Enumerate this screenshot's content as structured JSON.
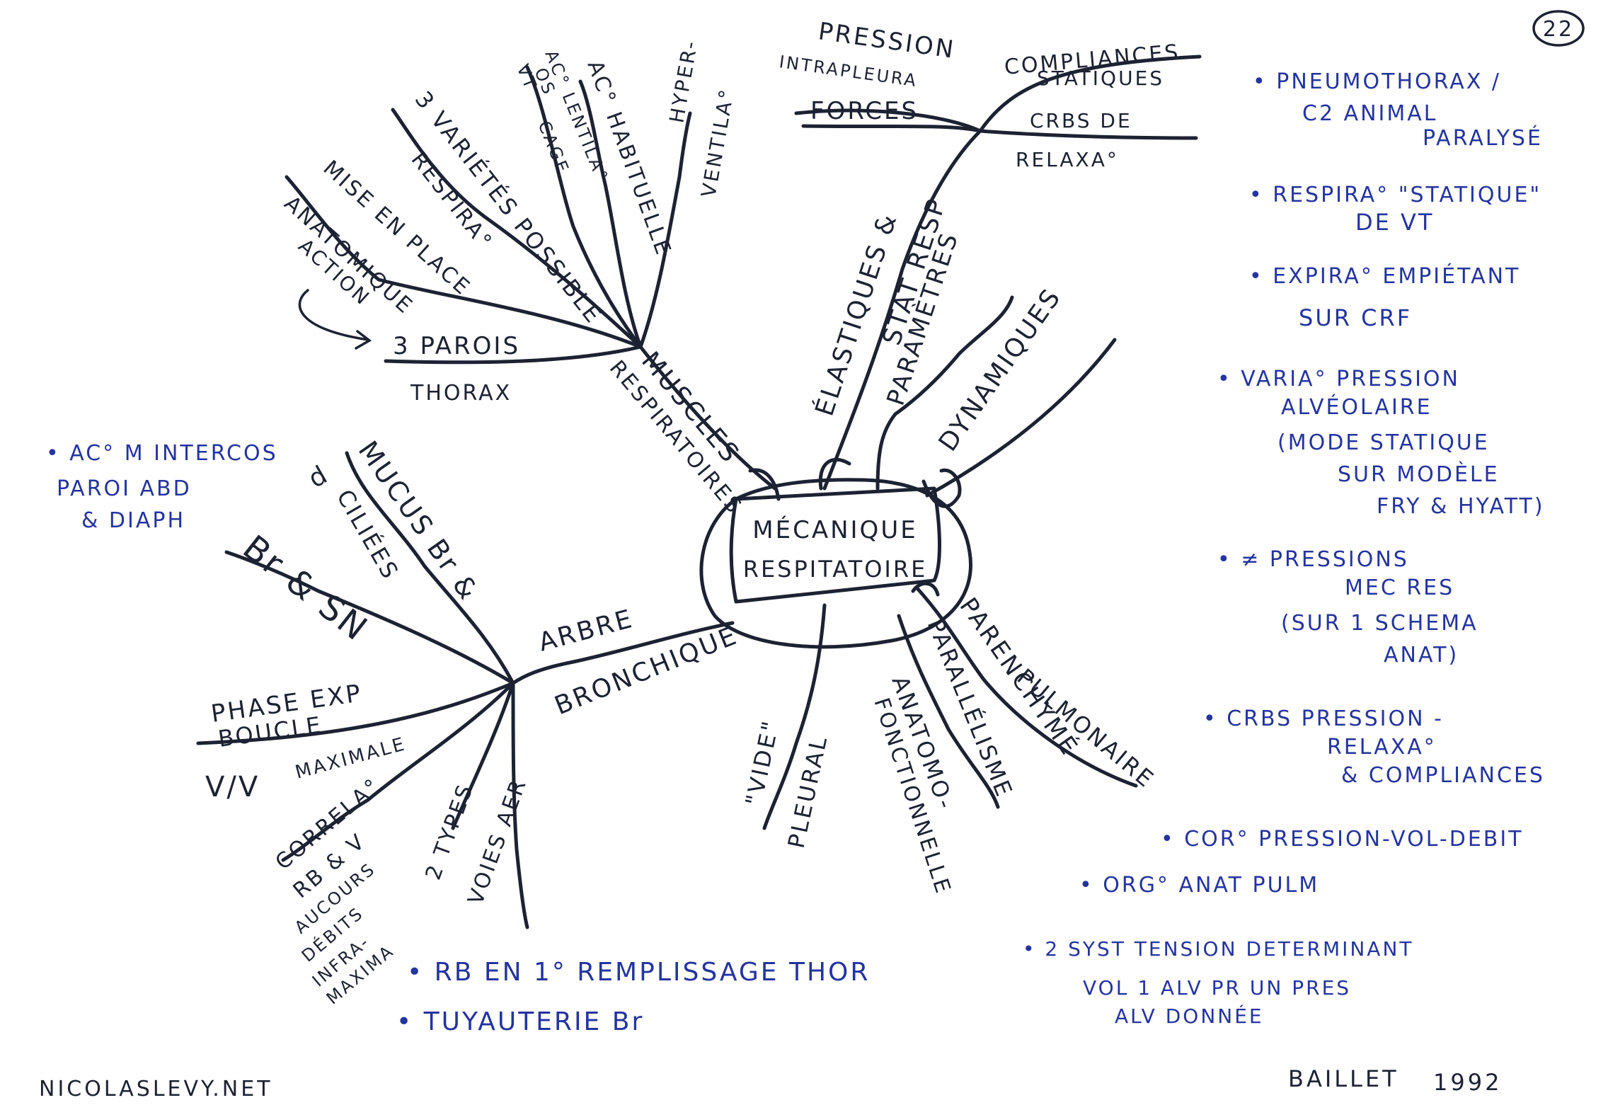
{
  "page_number": "22",
  "center": {
    "line1": "MÉCANIQUE",
    "line2": "RESPITATOIRE"
  },
  "branches": {
    "muscles": {
      "label1": "MUSCLES",
      "label2": "RESPIRATOIRES",
      "sub": {
        "parois": [
          "3 PAROIS",
          "THORAX"
        ],
        "mise_en_place": [
          "MISE EN PLACE",
          "ANATOMIQUE",
          "ACTION"
        ],
        "varietes": [
          "3 VARIÉTÉS POSSIBLE",
          "RESPIRA°"
        ],
        "aco": [
          "AC° LENTILA°",
          "OS",
          "CAGE",
          "VT"
        ],
        "habituelle": [
          "AC° HABITUELLE"
        ],
        "hyperventila": [
          "HYPER-",
          "VENTILA°"
        ]
      }
    },
    "elastiques": {
      "label1": "ÉLASTIQUES &",
      "label2": "STAT RESP",
      "sub": {
        "pression": [
          "PRESSION",
          "INTRAPLEURA"
        ],
        "forces": [
          "FORCES"
        ],
        "compliances": [
          "COMPLIANCES",
          "STATIQUES"
        ],
        "crbs": [
          "CRBS DE",
          "RELAXA°"
        ]
      }
    },
    "parametres": {
      "label": "PARAMÈTRES"
    },
    "dynamiques": {
      "label": "DYNAMIQUES"
    },
    "parenchyme": {
      "label1": "PARENCHYMÉ",
      "label2": "PULMONAIRE"
    },
    "parallelisme": {
      "label1": "PARALLÉLISME",
      "label2": "ANATOMO-",
      "label3": "FONCTIONNELLE"
    },
    "vide": {
      "label1": "\"VIDE\"",
      "label2": "PLEURAL"
    },
    "arbre": {
      "label1": "ARBRE",
      "label2": "BRONCHIQUE",
      "sub": {
        "mucus": [
          "MUCUS Br &",
          "CILIÉES"
        ],
        "brsn": [
          "Br & SN"
        ],
        "d": [
          "d"
        ],
        "phase": [
          "PHASE EXP",
          "BOUCLE"
        ],
        "vv": [
          "V/V",
          "MAXIMALE"
        ],
        "correla": [
          "CORRELA°",
          "RB & V",
          "AUCOURS",
          "DÉBITS",
          "INFRA-",
          "MAXIMA"
        ],
        "types": [
          "2 TYPES",
          "VOIES AER"
        ]
      }
    }
  },
  "notes_right": [
    [
      "• PNEUMOTHORAX /",
      "C2 ANIMAL",
      "PARALYSÉ"
    ],
    [
      "• RESPIRA° \"STATIQUE\"",
      "DE VT"
    ],
    [
      "• EXPIRA° EMPIÉTANT",
      "SUR CRF"
    ],
    [
      "• VARIA° PRESSION",
      "ALVÉOLAIRE",
      "(MODE STATIQUE",
      "SUR MODÈLE",
      "FRY & HYATT)"
    ],
    [
      "• ≠ PRESSIONS",
      "MEC RES",
      "(SUR 1 SCHEMA",
      "ANAT)"
    ],
    [
      "• CRBS PRESSION -",
      "RELAXA°",
      "& COMPLIANCES"
    ],
    [
      "• COR° PRESSION-VOL-DEBIT"
    ],
    [
      "• ORG° ANAT PULM"
    ],
    [
      "• 2 SYST TENSION DETERMINANT",
      "VOL 1 ALV PR UN PRES",
      "ALV DONNÉE"
    ]
  ],
  "notes_left": [
    "• AC° M INTERCOS",
    "PAROI ABD",
    "& DIAPH"
  ],
  "notes_bottom": [
    "• RB EN 1° REMPLISSAGE THOR",
    "• TUYAUTERIE Br"
  ],
  "footer": {
    "site": "NICOLASLEVY.NET",
    "author": "BAILLET",
    "year": "1992"
  },
  "colors": {
    "ink": "#1d2233",
    "blue_ink": "#2434a0",
    "paper": "#ffffff"
  }
}
